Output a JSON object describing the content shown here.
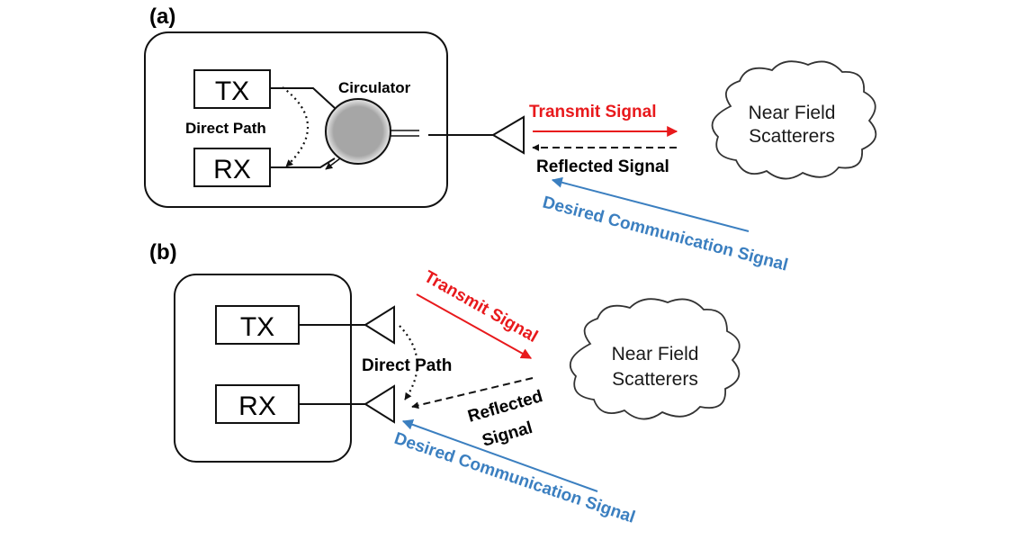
{
  "panel_a": {
    "label": "(a)",
    "tx": "TX",
    "rx": "RX",
    "direct_path": "Direct Path",
    "circulator": "Circulator",
    "transmit_signal": "Transmit Signal",
    "reflected_signal": "Reflected Signal",
    "desired_signal": "Desired Communication Signal",
    "scatterers_line1": "Near Field",
    "scatterers_line2": "Scatterers"
  },
  "panel_b": {
    "label": "(b)",
    "tx": "TX",
    "rx": "RX",
    "direct_path": "Direct Path",
    "transmit_signal": "Transmit Signal",
    "reflected_line1": "Reflected",
    "reflected_line2": "Signal",
    "desired_signal": "Desired Communication Signal",
    "scatterers_line1": "Near Field",
    "scatterers_line2": "Scatterers"
  },
  "colors": {
    "transmit": "#e8191c",
    "desired": "#3b7fc0",
    "line": "#111111"
  }
}
